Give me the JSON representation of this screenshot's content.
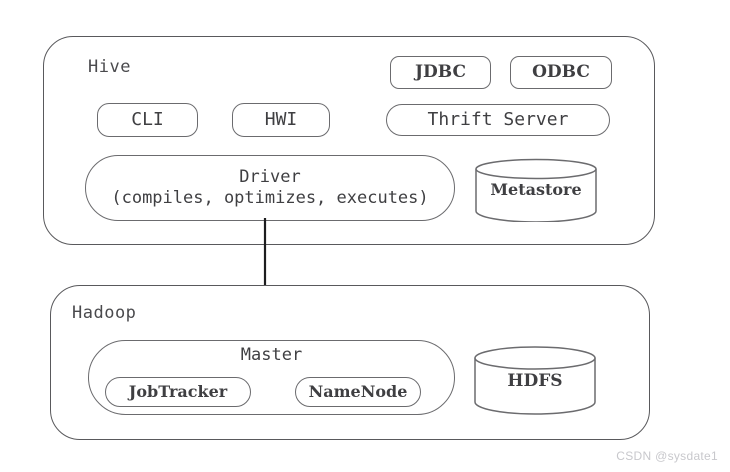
{
  "diagram": {
    "title_hive": "Hive",
    "title_hadoop": "Hadoop",
    "hive": {
      "label": "Hive",
      "interfaces": [
        {
          "id": "jdbc",
          "label": "JDBC"
        },
        {
          "id": "odbc",
          "label": "ODBC"
        },
        {
          "id": "cli",
          "label": "CLI"
        },
        {
          "id": "hwi",
          "label": "HWI"
        },
        {
          "id": "thrift-server",
          "label": "Thrift Server"
        }
      ],
      "driver": {
        "label": "Driver",
        "description": "(compiles, optimizes, executes)"
      },
      "metastore": {
        "label": "Metastore",
        "shape": "cylinder"
      }
    },
    "hadoop": {
      "label": "Hadoop",
      "master": {
        "label": "Master",
        "nodes": [
          {
            "id": "jobtracker",
            "label": "JobTracker"
          },
          {
            "id": "namenode",
            "label": "NameNode"
          }
        ]
      },
      "hdfs": {
        "label": "HDFS",
        "shape": "cylinder"
      }
    },
    "connector": {
      "from": "driver",
      "to": "master",
      "style": "solid-arrow-down"
    },
    "colors": {
      "background": "#ffffff",
      "stroke": "#59595c",
      "inner_stroke": "#6b6b6e",
      "text": "#3f3f42",
      "title_text": "#4a4a4d",
      "watermark": "#c8c8cc"
    }
  },
  "watermark": {
    "text": "CSDN @sysdate1"
  }
}
